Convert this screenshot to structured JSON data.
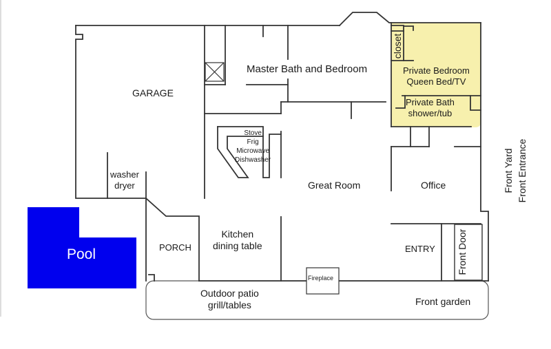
{
  "rooms": {
    "garage": "GARAGE",
    "master_bath_bedroom": "Master Bath and Bedroom",
    "private_bedroom": [
      "Private Bedroom",
      "Queen Bed/TV"
    ],
    "closet": "closet",
    "private_bath": [
      "Private Bath",
      "shower/tub"
    ],
    "appliances": [
      "Stove",
      "Frig",
      "Microwave",
      "Dishwasher"
    ],
    "laundry": [
      "washer",
      "dryer"
    ],
    "great_room": "Great Room",
    "office": "Office",
    "porch": "PORCH",
    "kitchen": [
      "Kitchen",
      "dining table"
    ],
    "entry": "ENTRY",
    "front_door": "Front Door",
    "fireplace": "Fireplace",
    "pool": "Pool",
    "patio": [
      "Outdoor patio",
      "grill/tables"
    ],
    "front_garden": "Front garden",
    "front_yard": [
      "Front Yard",
      "Front Entrance"
    ]
  },
  "colors": {
    "wall": "#333333",
    "pool": "#0000ee",
    "pool_text": "#ffffff",
    "highlight": "#f7f0ad",
    "page_edge": "#bbbbbb"
  }
}
